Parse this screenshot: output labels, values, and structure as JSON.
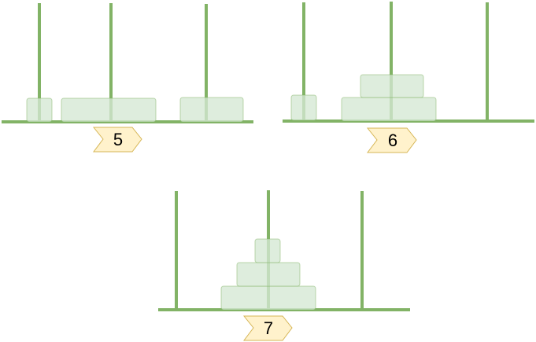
{
  "colors": {
    "peg": "#82b366",
    "disk_fill": "#d5e8d4",
    "disk_stroke": "#82b366",
    "tag_fill": "#fff2cc",
    "tag_stroke": "#d6b656",
    "text": "#000000"
  },
  "panels": [
    {
      "step_label": "5",
      "disks_per_peg": [
        [
          "small"
        ],
        [
          "large"
        ],
        [
          "medium"
        ]
      ]
    },
    {
      "step_label": "6",
      "disks_per_peg": [
        [
          "small"
        ],
        [
          "large",
          "medium"
        ],
        []
      ]
    },
    {
      "step_label": "7",
      "disks_per_peg": [
        [],
        [
          "large",
          "medium",
          "small"
        ],
        []
      ]
    }
  ]
}
